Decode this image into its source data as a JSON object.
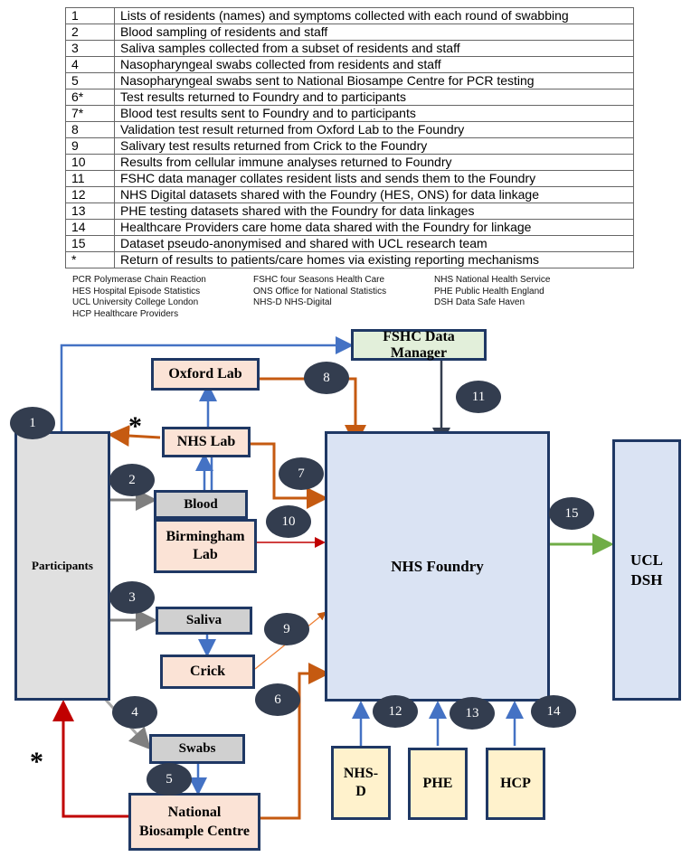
{
  "steps": [
    {
      "num": "1",
      "text": "Lists of residents (names) and symptoms collected with each round of swabbing"
    },
    {
      "num": "2",
      "text": "Blood sampling of residents and staff"
    },
    {
      "num": "3",
      "text": "Saliva samples collected from a subset of residents and staff"
    },
    {
      "num": "4",
      "text": "Nasopharyngeal swabs collected from residents and staff"
    },
    {
      "num": "5",
      "text": "Nasopharyngeal swabs sent to National Biosampe Centre for PCR testing"
    },
    {
      "num": "6*",
      "text": "Test results returned to Foundry and to participants"
    },
    {
      "num": "7*",
      "text": "Blood test results sent to Foundry and to participants"
    },
    {
      "num": "8",
      "text": "Validation test result returned from Oxford Lab to the Foundry"
    },
    {
      "num": "9",
      "text": "Salivary test results returned from Crick to the Foundry"
    },
    {
      "num": "10",
      "text": "Results from cellular immune analyses returned to Foundry"
    },
    {
      "num": "11",
      "text": "FSHC data manager collates resident lists and sends them to the Foundry"
    },
    {
      "num": "12",
      "text": "NHS Digital datasets shared with the Foundry (HES, ONS) for data linkage"
    },
    {
      "num": "13",
      "text": "PHE testing datasets shared with the Foundry for data linkages"
    },
    {
      "num": "14",
      "text": "Healthcare Providers care home data shared with the Foundry for linkage"
    },
    {
      "num": "15",
      "text": "Dataset pseudo-anonymised and shared with UCL research team"
    },
    {
      "num": "*",
      "text": "Return of results to patients/care homes via existing reporting mechanisms"
    }
  ],
  "abbreviations": [
    "PCR Polymerase Chain Reaction",
    "FSHC four Seasons Health Care",
    "NHS National Health Service",
    "HES Hospital Episode Statistics",
    "ONS Office for National Statistics",
    "PHE Public Health England",
    "UCL University College London",
    "NHS-D NHS-Digital",
    "DSH Data Safe Haven",
    "HCP Healthcare Providers"
  ],
  "nodes": {
    "fshc": "FSHC Data Manager",
    "oxford": "Oxford Lab",
    "nhs_lab": "NHS Lab",
    "participants": "Participants",
    "blood": "Blood",
    "birmingham_1": "Birmingham",
    "birmingham_2": "Lab",
    "saliva": "Saliva",
    "crick": "Crick",
    "swabs": "Swabs",
    "nbc_1": "National",
    "nbc_2": "Biosample Centre",
    "foundry": "NHS Foundry",
    "ucl_1": "UCL",
    "ucl_2": "DSH",
    "nhsd_1": "NHS-",
    "nhsd_2": "D",
    "phe": "PHE",
    "hcp": "HCP"
  },
  "markers": {
    "m1": "1",
    "m2": "2",
    "m3": "3",
    "m4": "4",
    "m5": "5",
    "m6": "6",
    "m7": "7",
    "m8": "8",
    "m9": "9",
    "m10": "10",
    "m11": "11",
    "m12": "12",
    "m13": "13",
    "m14": "14",
    "m15": "15",
    "star": "*"
  },
  "colors": {
    "blue_arrow": "#4472c4",
    "orange_arrow": "#c55a11",
    "grey_arrow": "#7f7f7f",
    "red_arrow": "#c00000",
    "green_arrow": "#70ad47",
    "dark_arrow": "#333d4f",
    "box_border": "#1f3864",
    "foundry_fill": "#dae3f3",
    "participants_fill": "#e0e0e0",
    "fshc_fill": "#e2efda"
  }
}
